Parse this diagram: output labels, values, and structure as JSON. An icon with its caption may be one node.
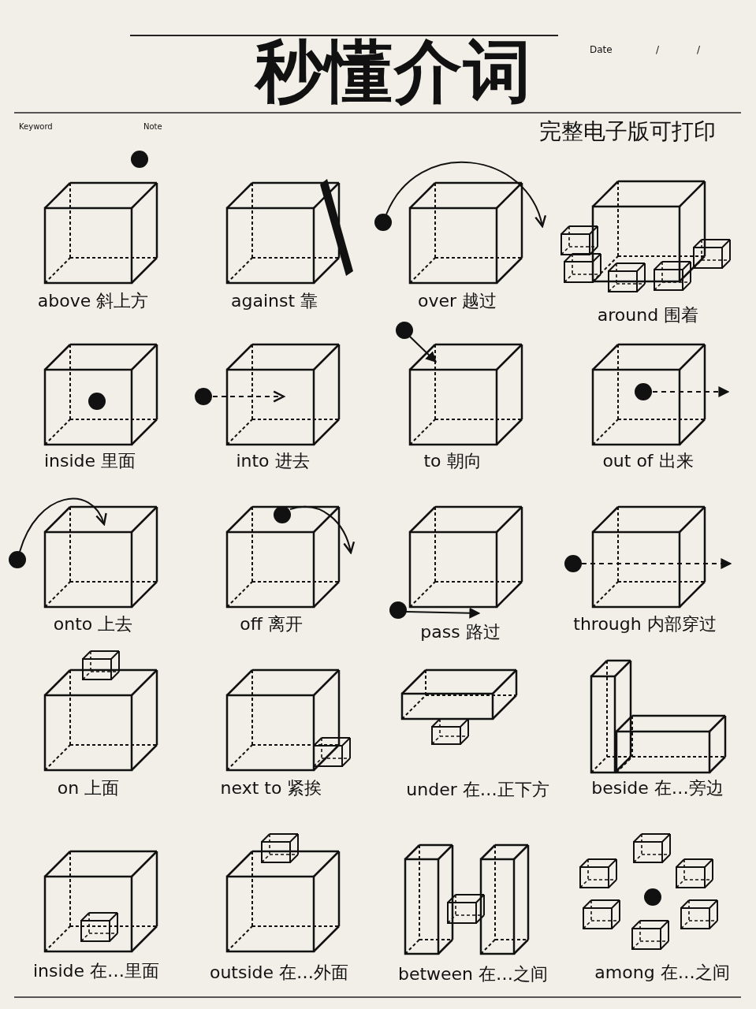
{
  "diagram": {
    "title": "秒懂介词",
    "labels": [
      "Date",
      "/",
      "/",
      "Keyword",
      "Note",
      "完整电子版可打印",
      "above 斜上方",
      "against 靠",
      "over 越过",
      "around 围着",
      "inside 里面",
      "into 进去",
      "to 朝向",
      "out of 出来",
      "onto 上去",
      "off 离开",
      "pass 路过",
      "through 内部穿过",
      "on 上面",
      "next to 紧挨",
      "under 在…正下方",
      "beside 在…旁边",
      "inside 在…里面",
      "outside 在…外面",
      "between 在…之间",
      "among 在…之间"
    ]
  }
}
